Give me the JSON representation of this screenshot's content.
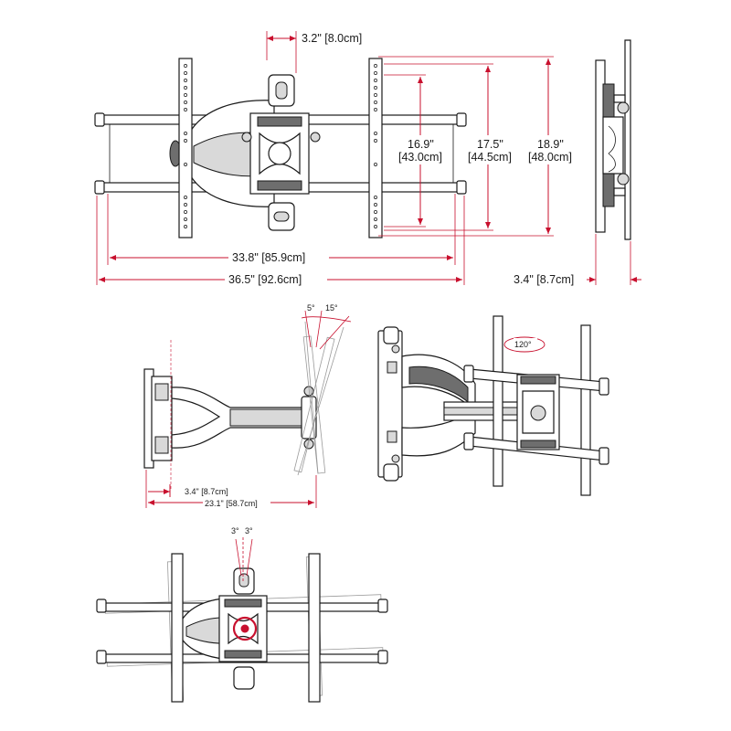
{
  "colors": {
    "dimension_line": "#c8102e",
    "drawing_line": "#1a1a1a",
    "shade": "#d9d9d9",
    "ghost": "#9a9a9a"
  },
  "front_view": {
    "dim_offset": "3.2\" [8.0cm]",
    "dim_height_1": [
      "16.9\"",
      "[43.0cm]"
    ],
    "dim_height_2": [
      "17.5\"",
      "[44.5cm]"
    ],
    "dim_height_3": [
      "18.9\"",
      "[48.0cm]"
    ],
    "dim_width_inner": "33.8\" [85.9cm]",
    "dim_width_outer": "36.5\" [92.6cm]"
  },
  "side_view": {
    "dim_depth": "3.4\" [8.7cm]"
  },
  "tilt_view": {
    "tilt_forward": "5°",
    "tilt_back": "15°",
    "dim_min_depth": "3.4\" [8.7cm]",
    "dim_extension": "23.1\" [58.7cm]"
  },
  "swivel_view": {
    "swivel_angle": "120°"
  },
  "level_view": {
    "level_left": "3°",
    "level_right": "3°"
  }
}
